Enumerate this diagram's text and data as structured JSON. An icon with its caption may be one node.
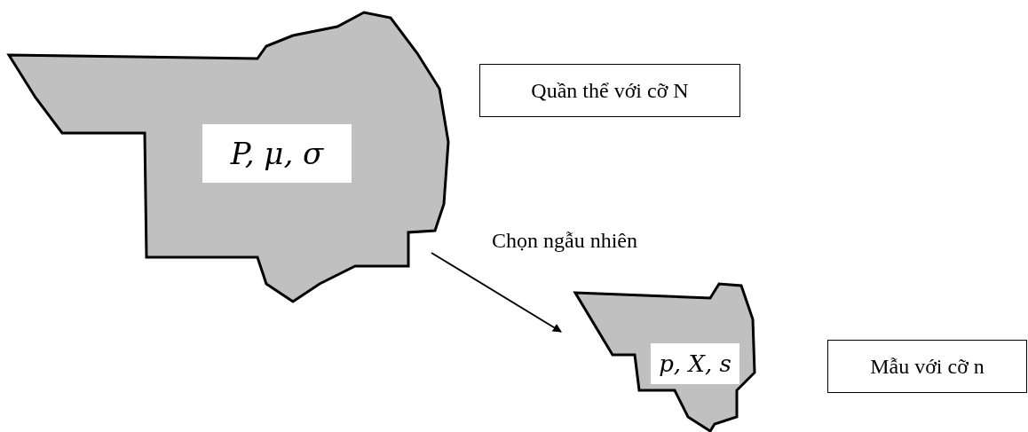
{
  "diagram": {
    "nodes": [
      {
        "text": [
          "P, μ, σ"
        ]
      },
      {
        "text": [
          "Quần thể với cỡ N"
        ]
      },
      {
        "text": [
          "p, X, s"
        ]
      },
      {
        "text": [
          "Mẫu với cỡ n"
        ]
      }
    ],
    "edges": [
      {
        "from": 0,
        "to": 2,
        "arrow": "to",
        "label": "Chọn ngẫu nhiên"
      }
    ]
  }
}
